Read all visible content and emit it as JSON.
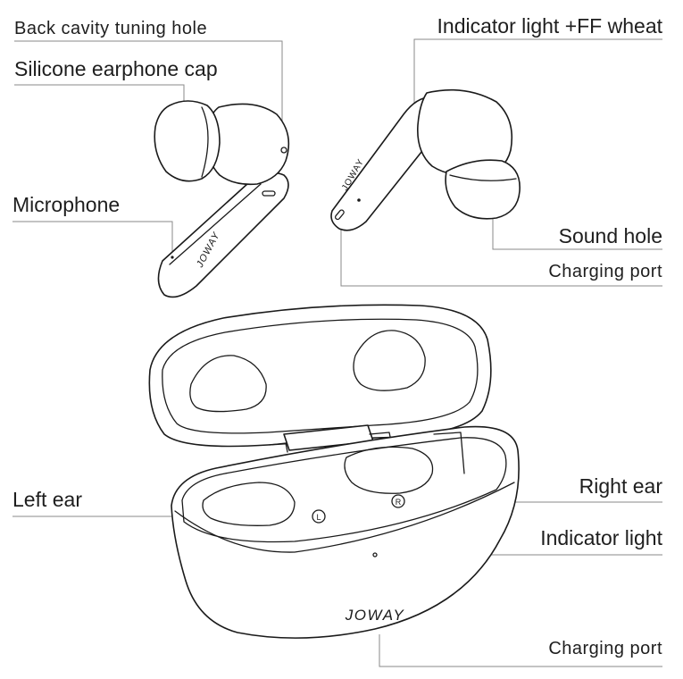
{
  "labels": {
    "back_cavity": "Back cavity tuning hole",
    "silicone_cap": "Silicone earphone cap",
    "microphone": "Microphone",
    "indicator_top": "Indicator light +FF wheat",
    "sound_hole": "Sound hole",
    "charging_port_top": "Charging port",
    "left_ear": "Left ear",
    "right_ear": "Right ear",
    "indicator_case": "Indicator light",
    "charging_port_case": "Charging port"
  },
  "brand": {
    "logo_text": "JOWAY",
    "left_slot_mark": "L",
    "right_slot_mark": "R"
  }
}
